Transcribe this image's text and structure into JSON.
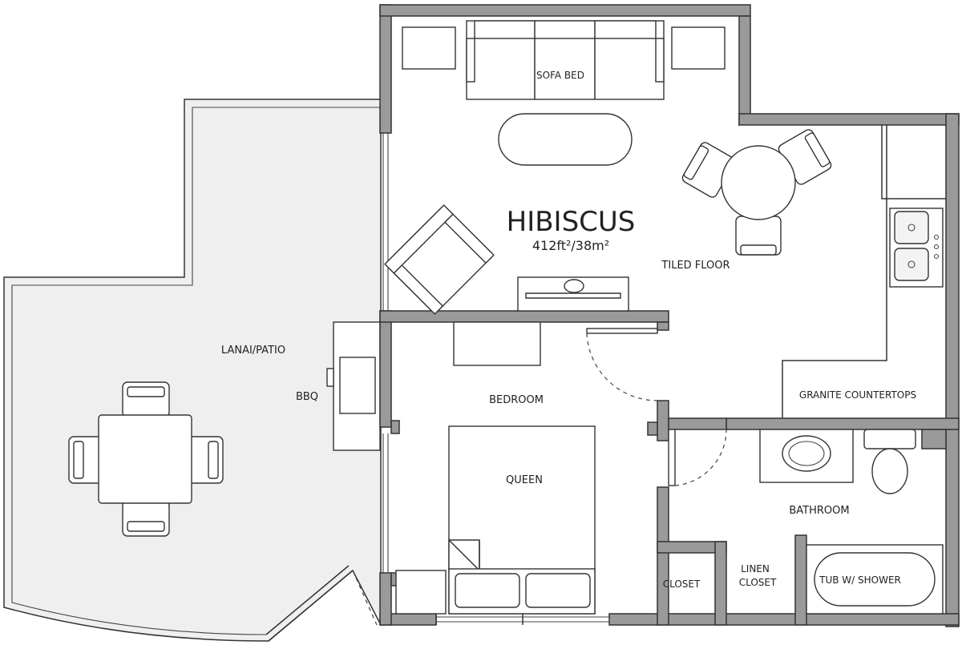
{
  "title": "HIBISCUS",
  "area": "412ft²/38m²",
  "rooms": {
    "sofa_bed": "SOFA BED",
    "tiled_floor": "TILED FLOOR",
    "lanai": "LANAI/PATIO",
    "bbq": "BBQ",
    "bedroom": "BEDROOM",
    "queen": "QUEEN",
    "granite": "GRANITE COUNTERTOPS",
    "bathroom": "BATHROOM",
    "closet": "CLOSET",
    "linen_line1": "LINEN",
    "linen_line2": "CLOSET",
    "tub": "TUB W/ SHOWER"
  },
  "colors": {
    "wall_fill": "#9a9a9a",
    "patio_fill": "#efefef",
    "line": "#333333"
  }
}
